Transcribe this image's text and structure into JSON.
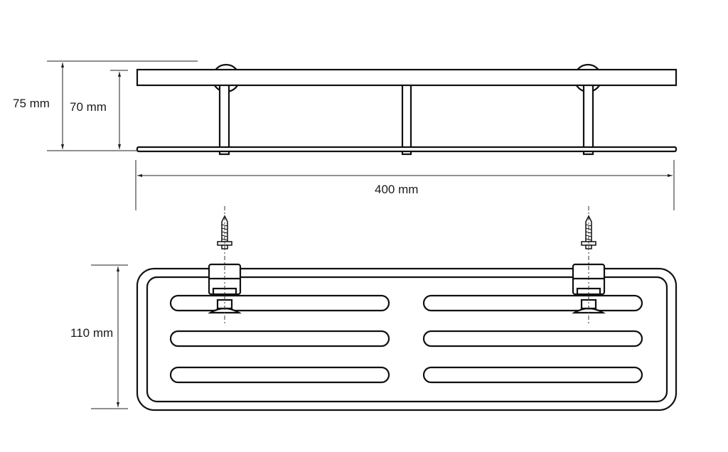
{
  "dimensions": {
    "height_outer": "75 mm",
    "height_inner": "70 mm",
    "width": "400 mm",
    "depth": "110 mm"
  }
}
